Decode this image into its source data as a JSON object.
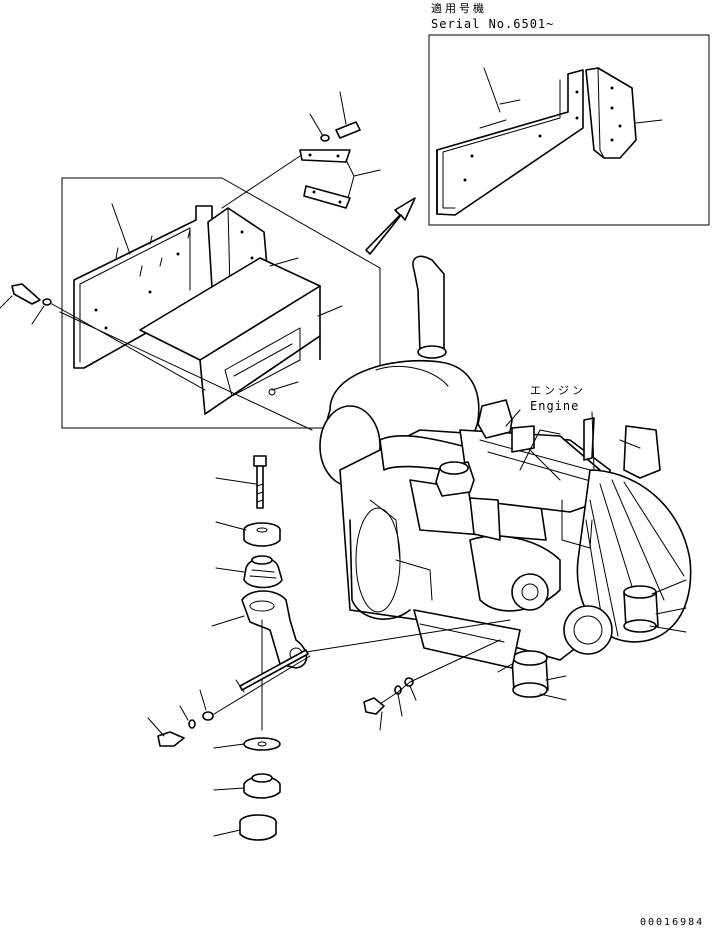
{
  "serial_note": {
    "japanese": "適用号機",
    "serial": "Serial No.6501~"
  },
  "engine_label": {
    "japanese": "エンジン",
    "english": "Engine"
  },
  "drawing_code": "00016984"
}
